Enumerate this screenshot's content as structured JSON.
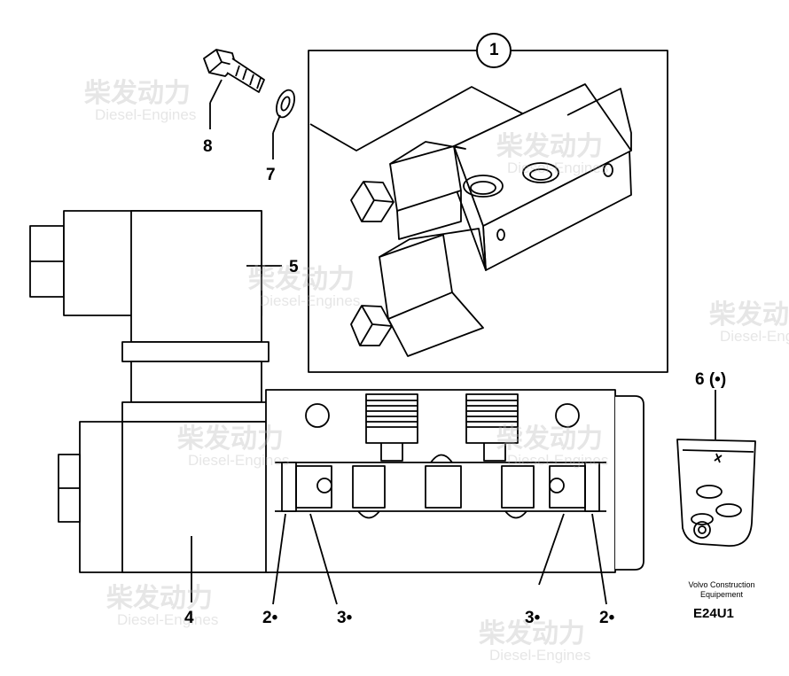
{
  "callouts": {
    "c1": "1",
    "c2_left": "2•",
    "c2_right": "2•",
    "c3_left": "3•",
    "c3_right": "3•",
    "c4": "4",
    "c5": "5",
    "c6": "6 (•)",
    "c7": "7",
    "c8": "8"
  },
  "footer": {
    "brand_line1": "Volvo Construction",
    "brand_line2": "Equipement",
    "code": "E24U1"
  },
  "watermark": {
    "cn": "柴发动力",
    "en": "Diesel-Engines"
  },
  "colors": {
    "ink": "#000000",
    "watermark": "#b8b8b8"
  }
}
